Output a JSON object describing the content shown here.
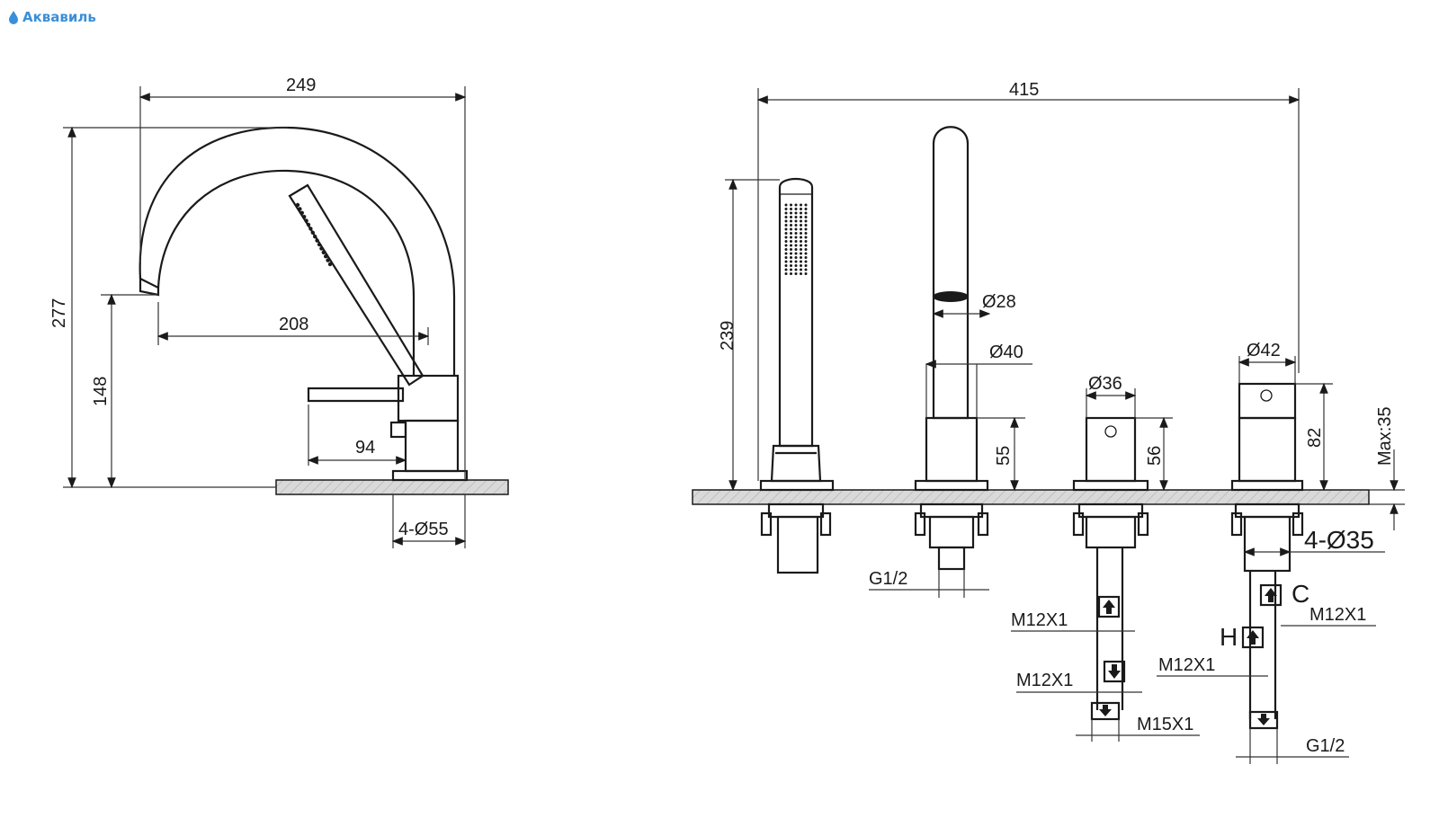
{
  "brand": {
    "name": "Аквавиль",
    "color": "#3a8fd9"
  },
  "dimensions": {
    "spout_width": "249",
    "total_height": "277",
    "spout_reach": "208",
    "spout_height": "148",
    "lever_length": "94",
    "spout_hole": "4-Ø55",
    "total_width": "415",
    "shower_height": "239",
    "hose_dia": "Ø28",
    "hose_base_dia": "Ø40",
    "hose_base_height": "55",
    "g_half_left": "G1/2",
    "valve_dia": "Ø36",
    "valve_height": "56",
    "mixer_dia": "Ø42",
    "mixer_height": "82",
    "max_deck": "Max:35",
    "mount_holes": "4-Ø35",
    "m12_valve_top": "M12X1",
    "m12_valve_bottom": "M12X1",
    "m15_valve": "M15X1",
    "cold_mark": "C",
    "m12_mixer_cold": "M12X1",
    "hot_mark": "H",
    "m12_mixer_hot": "M12X1",
    "g_half_right": "G1/2"
  }
}
